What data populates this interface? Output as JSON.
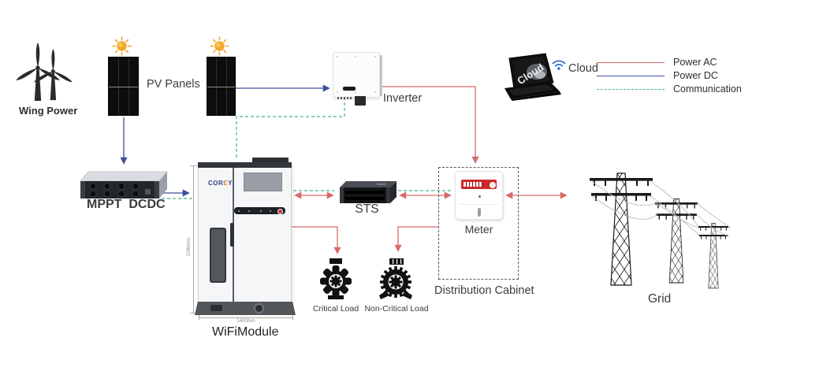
{
  "colors": {
    "power_ac": "#d96a6a",
    "power_dc": "#3e4e9e",
    "communication": "#45b58f",
    "brand_blue": "#2b3f8f",
    "brand_orange": "#e07b2f",
    "sun": "#f4a52a",
    "wifi_blue": "#2e6fd0",
    "meter_red": "#cc2a2a"
  },
  "legend": {
    "items": [
      {
        "label": "Power AC"
      },
      {
        "label": "Power DC"
      },
      {
        "label": "Communication"
      }
    ]
  },
  "labels": {
    "wind": "Wing Power",
    "pv": "PV Panels",
    "inverter": "Inverter",
    "cloud": "Cloud",
    "cloud_screen": "Cloud",
    "mppt": "MPPT  DCDC",
    "sts": "STS",
    "meter": "Meter",
    "distribution_cabinet": "Distribution Cabinet",
    "critical_load": "Critical Load",
    "noncritical_load": "Non-Critical Load",
    "grid": "Grid",
    "battery_cabinet": "WiFiModule"
  },
  "battery_cabinet": {
    "brand_part1": "COR",
    "brand_part2": "E",
    "brand_part3": "Y",
    "height_dim": "2280mm",
    "width_dim": "1400mm"
  }
}
